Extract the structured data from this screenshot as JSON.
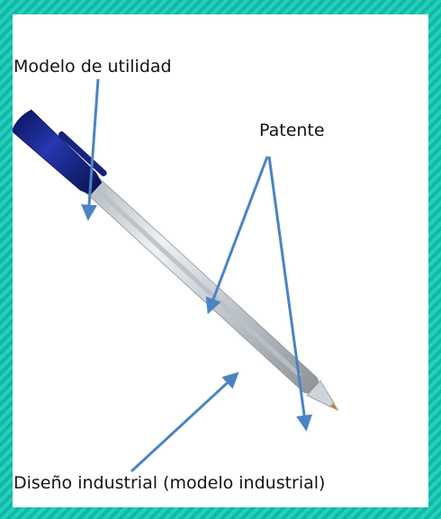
{
  "labels": {
    "modelo_de_utilidad": "Modelo de utilidad",
    "patente": "Patente",
    "diseno_industrial": "Diseño industrial (modelo industrial)"
  },
  "colors": {
    "arrow": "#4a84c4",
    "cap": "#1b2a8f",
    "barrel": "#d8dde2",
    "frame": "#1fc7b4"
  },
  "icons": {
    "pen": "ballpoint-pen-icon"
  }
}
